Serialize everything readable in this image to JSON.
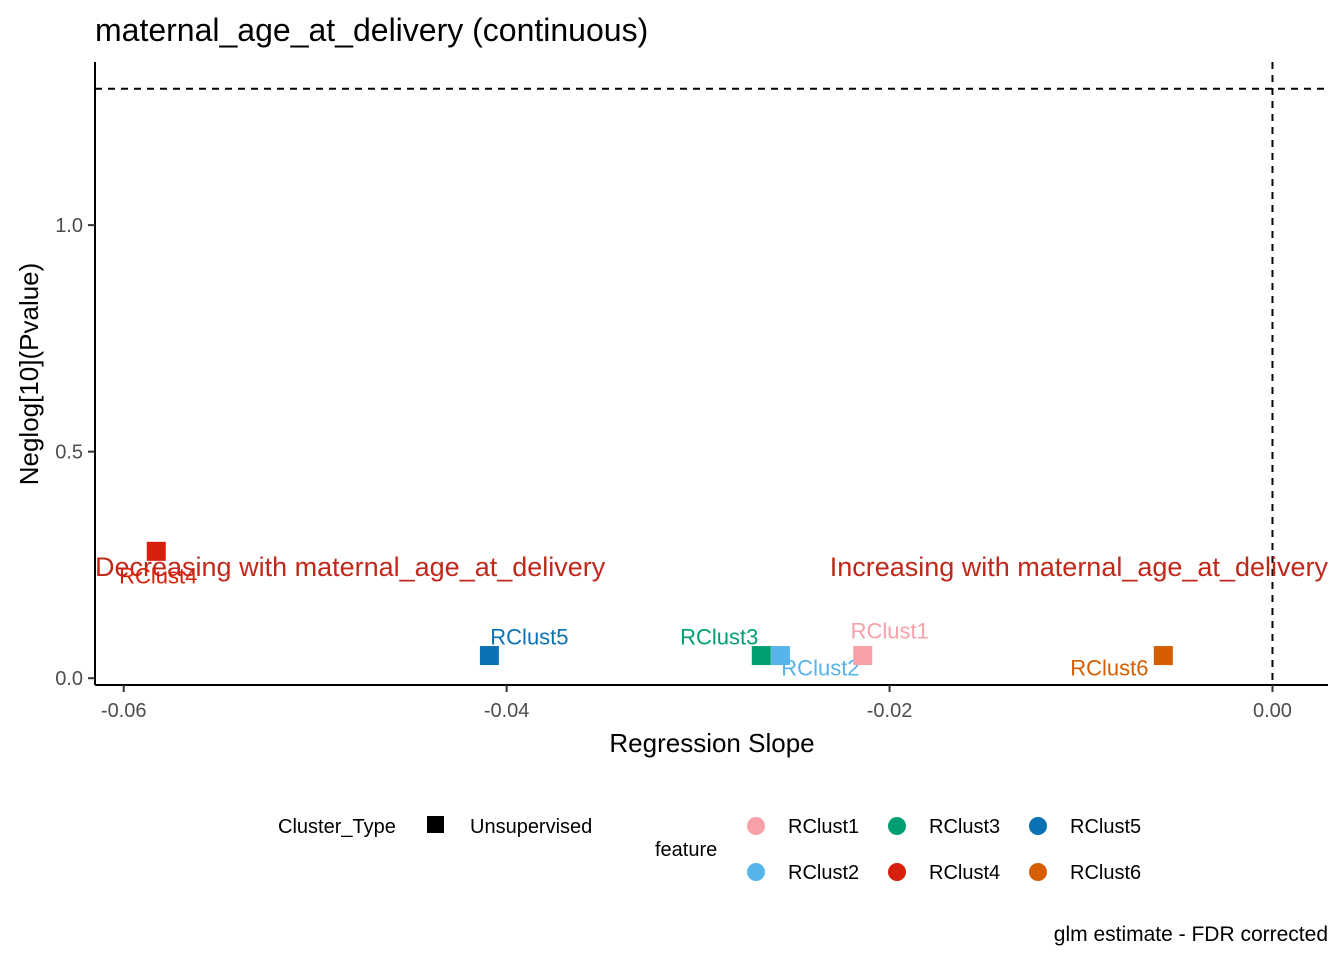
{
  "chart_data": {
    "type": "scatter",
    "title": "maternal_age_at_delivery (continuous)",
    "xlabel": "Regression Slope",
    "ylabel": "Neglog[10](Pvalue)",
    "caption": "glm estimate - FDR corrected",
    "xlim": [
      -0.0615,
      0.0029
    ],
    "ylim": [
      -0.015,
      1.36
    ],
    "x_ticks": [
      -0.06,
      -0.04,
      -0.02,
      0.0
    ],
    "x_tick_labels": [
      "-0.06",
      "-0.04",
      "-0.02",
      "0.00"
    ],
    "y_ticks": [
      0.0,
      0.5,
      1.0
    ],
    "y_tick_labels": [
      "0.0",
      "0.5",
      "1.0"
    ],
    "reference_lines": {
      "vertical_x": 0.0,
      "horizontal_y": 1.301
    },
    "grid": false,
    "annotations": [
      {
        "text": "Decreasing with maternal_age_at_delivery",
        "color": "#c0281b"
      },
      {
        "text": "Increasing with maternal_age_at_delivery",
        "color": "#c0281b"
      }
    ],
    "points": [
      {
        "feature": "RClust4",
        "x": -0.0583,
        "y": 0.28,
        "color": "#d6200c"
      },
      {
        "feature": "RClust5",
        "x": -0.0409,
        "y": 0.05,
        "color": "#0a72b2"
      },
      {
        "feature": "RClust3",
        "x": -0.0267,
        "y": 0.05,
        "color": "#009e73"
      },
      {
        "feature": "RClust2",
        "x": -0.0257,
        "y": 0.05,
        "color": "#56b4e9"
      },
      {
        "feature": "RClust1",
        "x": -0.0214,
        "y": 0.05,
        "color": "#f7a0a8"
      },
      {
        "feature": "RClust6",
        "x": -0.0057,
        "y": 0.05,
        "color": "#d55e00"
      }
    ],
    "legend": {
      "placement": "bottom",
      "shape_title": "Cluster_Type",
      "shape_items": [
        {
          "label": "Unsupervised",
          "shape": "square"
        }
      ],
      "color_title": "feature",
      "color_items": [
        {
          "label": "RClust1",
          "color": "#f7a0a8"
        },
        {
          "label": "RClust2",
          "color": "#56b4e9"
        },
        {
          "label": "RClust3",
          "color": "#009e73"
        },
        {
          "label": "RClust4",
          "color": "#d6200c"
        },
        {
          "label": "RClust5",
          "color": "#0a72b2"
        },
        {
          "label": "RClust6",
          "color": "#d55e00"
        }
      ]
    }
  }
}
